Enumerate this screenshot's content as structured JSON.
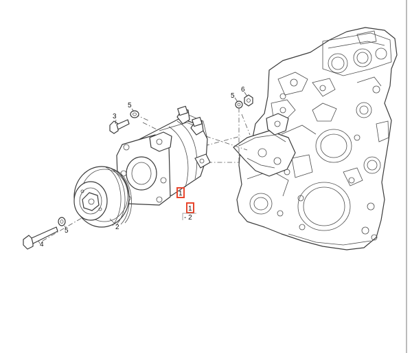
{
  "callouts": {
    "c3": "3",
    "c5_top": "5",
    "c5_right": "5",
    "c6": "6",
    "c2": "2",
    "c4": "4",
    "c5_bottom": "5",
    "hl1": "1",
    "hl2": "1",
    "hl2_sub": "- 2"
  },
  "colors": {
    "highlight": "#e8452c",
    "line": "#3a3a3a",
    "background": "#ffffff"
  }
}
